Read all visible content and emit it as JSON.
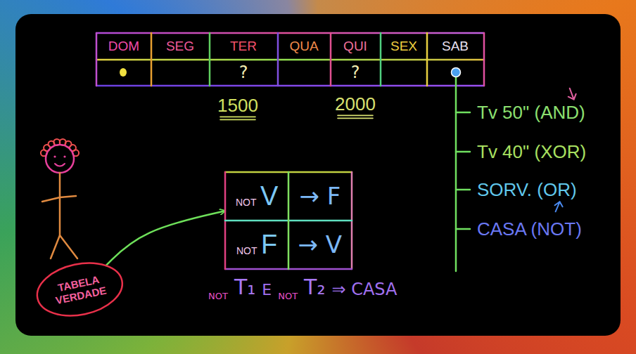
{
  "diagram": {
    "nodes": [
      {
        "text": [
          "TABELA VERDADE"
        ]
      },
      {
        "text": [
          "NOT",
          "V",
          "→ F",
          "NOT",
          "F",
          "→ V"
        ]
      }
    ],
    "edges": [
      {
        "from": 0,
        "to": 1,
        "arrow": "to"
      }
    ],
    "labels": [
      "DOM",
      "SEG",
      "TER",
      "QUA",
      "QUI",
      "SEX",
      "SAB",
      "?",
      "?",
      "1500",
      "2000",
      "Tv 50\" (AND)",
      "Tv 40\" (XOR)",
      "SORV. (OR)",
      "CASA (NOT)",
      "NOT",
      "T₁",
      "E",
      "NOT",
      "T₂",
      "⇒ CASA"
    ]
  }
}
